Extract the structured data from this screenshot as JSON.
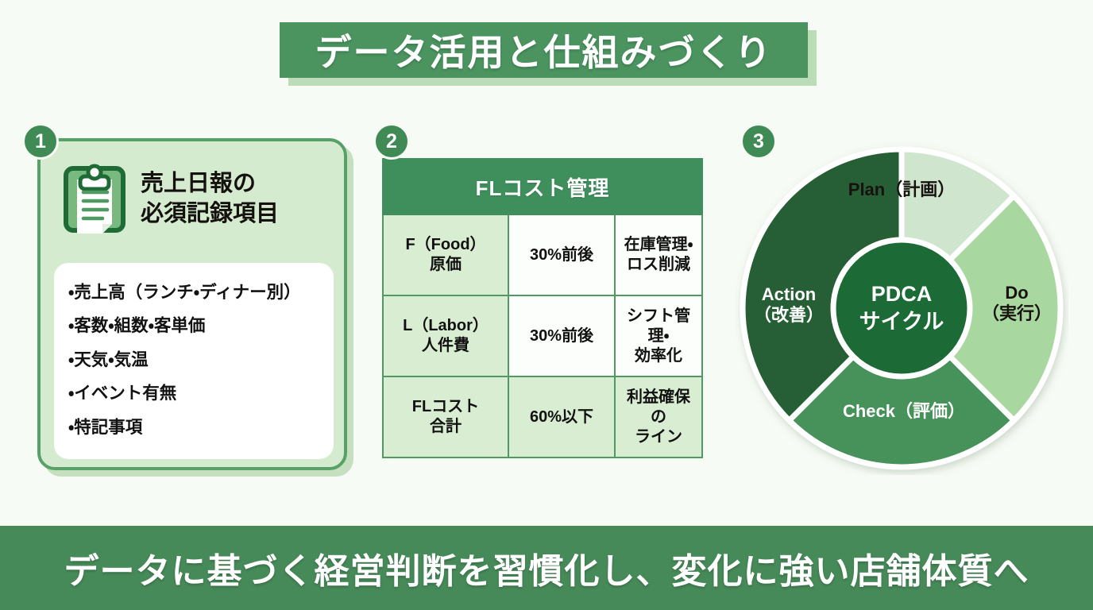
{
  "slide": {
    "title": "データ活用と仕組みづくり",
    "footer": "データに基づく経営判断を習慣化し、変化に強い店舗体質へ",
    "background_color": "#f7fbf5",
    "accent_color": "#4b9460"
  },
  "sections": [
    {
      "number": "1",
      "title_line1": "売上日報の",
      "title_line2": "必須記録項目",
      "icon": "clipboard-icon",
      "bullets": [
        "・売上高（ランチ・ディナー別）",
        "・客数・組数・客単価",
        "・天気・気温",
        "・イベント有無",
        "・特記事項"
      ]
    },
    {
      "number": "2",
      "table": {
        "title": "FLコスト管理",
        "rows": [
          {
            "label_line1": "F（Food）",
            "label_line2": "原価",
            "value": "30%前後",
            "note_line1": "在庫管理・",
            "note_line2": "ロス削減"
          },
          {
            "label_line1": "L（Labor）",
            "label_line2": "人件費",
            "value": "30%前後",
            "note_line1": "シフト管理・",
            "note_line2": "効率化"
          },
          {
            "label_line1": "FLコスト",
            "label_line2": "合計",
            "value": "60%以下",
            "note_line1": "利益確保の",
            "note_line2": "ライン"
          }
        ]
      }
    },
    {
      "number": "3",
      "pdca": {
        "center_line1": "PDCA",
        "center_line2": "サイクル",
        "center_color": "#1f6b36",
        "quadrants": [
          {
            "key": "plan",
            "label": "Plan（計画）",
            "color": "#cfe5cd",
            "text_color": "#18120f"
          },
          {
            "key": "do",
            "label_line1": "Do",
            "label_line2": "（実行）",
            "color": "#a8d8a0",
            "text_color": "#18120f"
          },
          {
            "key": "check",
            "label": "Check（評価）",
            "color": "#47915a",
            "text_color": "#ffffff"
          },
          {
            "key": "action",
            "label_line1": "Action",
            "label_line2": "（改善）",
            "color": "#265f35",
            "text_color": "#ffffff"
          }
        ]
      }
    }
  ]
}
